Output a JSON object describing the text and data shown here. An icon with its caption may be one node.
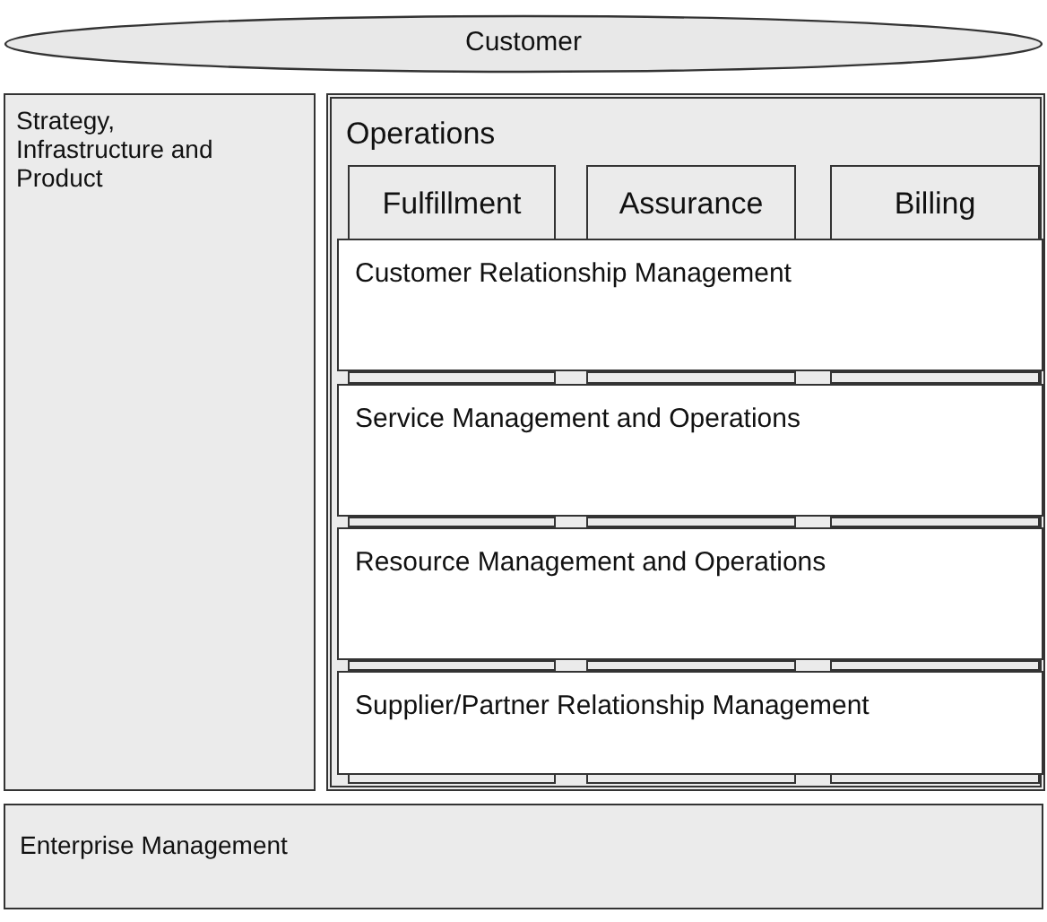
{
  "diagram": {
    "nodes": [
      {
        "text": [
          "Customer"
        ]
      },
      {
        "text": [
          "Strategy, Infrastructure and Product"
        ]
      },
      {
        "text": [
          "Operations"
        ]
      },
      {
        "text": [
          "Fulfillment"
        ],
        "in": 2
      },
      {
        "text": [
          "Assurance"
        ],
        "in": 2
      },
      {
        "text": [
          "Billing"
        ],
        "in": 2
      },
      {
        "text": [
          "Customer Relationship Management"
        ],
        "in": 2
      },
      {
        "text": [
          "Service Management and Operations"
        ],
        "in": 2
      },
      {
        "text": [
          "Resource Management and Operations"
        ],
        "in": 2
      },
      {
        "text": [
          "Supplier/Partner Relationship Management"
        ],
        "in": 2
      },
      {
        "text": [
          "Enterprise Management"
        ]
      }
    ]
  }
}
